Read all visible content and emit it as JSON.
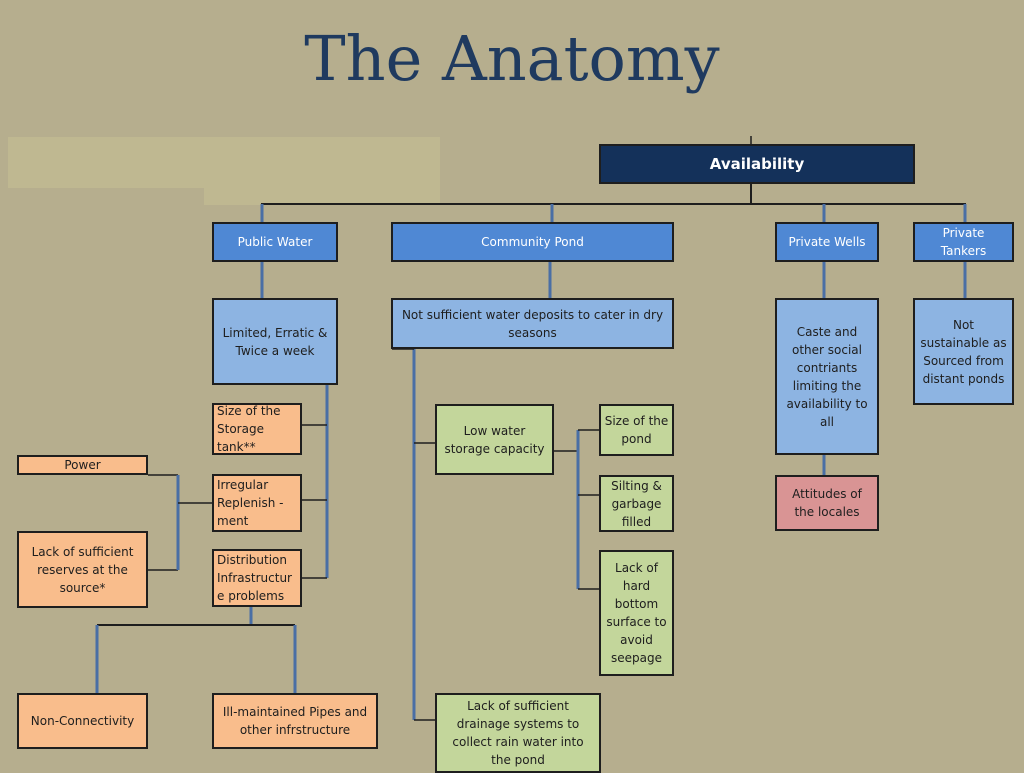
{
  "title": "The Anatomy",
  "nodes": {
    "availability": "Availability",
    "public_water": "Public Water",
    "community_pond": "Community Pond",
    "private_wells": "Private Wells",
    "private_tankers": "Private Tankers",
    "limited_erratic": "Limited, Erratic & Twice a week",
    "not_sufficient_deposits": "Not sufficient water deposits to cater in dry seasons",
    "caste_social": "Caste and other social contriants limiting the availability to all",
    "not_sustainable": "Not sustainable as Sourced from distant ponds",
    "storage_tank": "Size of the Storage tank**",
    "irregular_replenishment": "Irregular Replenish - ment",
    "distribution_infra": "Distribution Infrastructur e problems",
    "power": "Power",
    "lack_reserves": "Lack of sufficient reserves at the source*",
    "non_connectivity": "Non-Connectivity",
    "ill_maintained": "Ill-maintained Pipes and other infrstructure",
    "low_storage": "Low water storage capacity",
    "pond_size": "Size of the pond",
    "silting": "Silting & garbage filled",
    "hard_bottom": "Lack of hard bottom surface to avoid seepage",
    "drainage": "Lack of sufficient drainage systems to collect rain water into the pond",
    "attitudes": "Attitudes of the locales"
  },
  "colors": {
    "background": "#b6ae8e",
    "title": "#1f3a5f",
    "root": "#14315a",
    "category": "#4f88d4",
    "description": "#8db4e2",
    "public_water_cause": "#f9bd8c",
    "pond_cause": "#c3d69b",
    "wells_cause": "#d99494",
    "connector": "#4a6fa5"
  }
}
